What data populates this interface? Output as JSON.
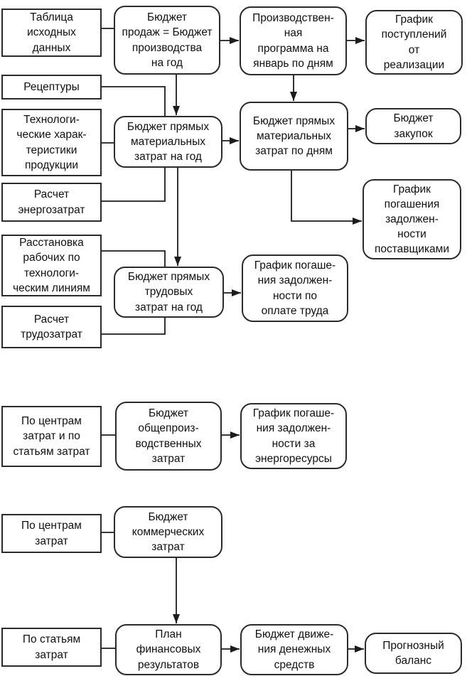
{
  "diagram": {
    "type": "flowchart",
    "language": "ru",
    "colors": {
      "background": "#ffffff",
      "box_border": "#2b2b2b",
      "line": "#1c1c1c",
      "text": "#101010"
    },
    "nodes": {
      "source_data_table": {
        "label": "Таблица\nисходных\nданных",
        "shape": "rect"
      },
      "sales_budget": {
        "label": "Бюджет\nпродаж = Бюджет\nпроизводства\nна год",
        "shape": "rounded"
      },
      "production_program": {
        "label": "Производствен-\nная\nпрограмма на\nянварь по дням",
        "shape": "rounded"
      },
      "receipts_schedule": {
        "label": "График\nпоступлений\nот\nреализации",
        "shape": "rounded"
      },
      "recipes": {
        "label": "Рецептуры",
        "shape": "rect"
      },
      "tech_characteristics": {
        "label": "Технологи-\nческие харак-\nтеристики\nпродукции",
        "shape": "rect"
      },
      "direct_material_year": {
        "label": "Бюджет прямых\nматериальных\nзатрат на год",
        "shape": "rounded"
      },
      "direct_material_daily": {
        "label": "Бюджет прямых\nматериальных\nзатрат по дням",
        "shape": "rounded"
      },
      "purchases_budget": {
        "label": "Бюджет\nзакупок",
        "shape": "rounded"
      },
      "energy_calc": {
        "label": "Расчет\nэнергозатрат",
        "shape": "rect"
      },
      "suppliers_debt_schedule": {
        "label": "График\nпогашения\nзадолжен-\nности\nпоставщиками",
        "shape": "rounded"
      },
      "workers_placement": {
        "label": "Расстановка\nрабочих по\nтехнологи-\nческим линиям",
        "shape": "rect"
      },
      "direct_labor_year": {
        "label": "Бюджет прямых\nтрудовых\nзатрат на год",
        "shape": "rounded"
      },
      "labor_debt_schedule": {
        "label": "График погаше-\nния задолжен-\nности по\nоплате труда",
        "shape": "rounded"
      },
      "labor_calc": {
        "label": "Расчет\nтрудозатрат",
        "shape": "rect"
      },
      "by_centers_and_items": {
        "label": "По центрам\nзатрат и по\nстатьям затрат",
        "shape": "rect"
      },
      "overhead_budget": {
        "label": "Бюджет\nобщепроиз-\nводственных\nзатрат",
        "shape": "rounded"
      },
      "energy_debt_schedule": {
        "label": "График погаше-\nния задолжен-\nности за\nэнергоресурсы",
        "shape": "rounded"
      },
      "by_cost_centers": {
        "label": "По центрам\nзатрат",
        "shape": "rect"
      },
      "commercial_budget": {
        "label": "Бюджет\nкоммерческих\nзатрат",
        "shape": "rounded"
      },
      "by_cost_items": {
        "label": "По статьям\nзатрат",
        "shape": "rect"
      },
      "financial_plan": {
        "label": "План\nфинансовых\nрезультатов",
        "shape": "rounded"
      },
      "cash_flow_budget": {
        "label": "Бюджет движе-\nния денежных\nсредств",
        "shape": "rounded"
      },
      "forecast_balance": {
        "label": "Прогнозный\nбаланс",
        "shape": "rounded"
      }
    },
    "edges": [
      {
        "from": "source_data_table",
        "to": "sales_budget",
        "arrow": false
      },
      {
        "from": "recipes",
        "to": "direct_material_year",
        "arrow": false
      },
      {
        "from": "tech_characteristics",
        "to": "direct_material_year",
        "arrow": false
      },
      {
        "from": "energy_calc",
        "to": "direct_material_year",
        "arrow": false
      },
      {
        "from": "workers_placement",
        "to": "direct_labor_year",
        "arrow": false
      },
      {
        "from": "labor_calc",
        "to": "direct_labor_year",
        "arrow": false
      },
      {
        "from": "by_centers_and_items",
        "to": "overhead_budget",
        "arrow": false
      },
      {
        "from": "by_cost_centers",
        "to": "commercial_budget",
        "arrow": false
      },
      {
        "from": "by_cost_items",
        "to": "financial_plan",
        "arrow": false
      },
      {
        "from": "sales_budget",
        "to": "production_program",
        "arrow": true
      },
      {
        "from": "sales_budget",
        "to": "direct_material_year",
        "arrow": true
      },
      {
        "from": "production_program",
        "to": "receipts_schedule",
        "arrow": true
      },
      {
        "from": "production_program",
        "to": "direct_material_daily",
        "arrow": true
      },
      {
        "from": "direct_material_year",
        "to": "direct_material_daily",
        "arrow": true
      },
      {
        "from": "direct_material_year",
        "to": "direct_labor_year",
        "arrow": true
      },
      {
        "from": "direct_material_daily",
        "to": "purchases_budget",
        "arrow": true
      },
      {
        "from": "direct_material_daily",
        "to": "suppliers_debt_schedule",
        "arrow": true
      },
      {
        "from": "direct_labor_year",
        "to": "labor_debt_schedule",
        "arrow": true
      },
      {
        "from": "overhead_budget",
        "to": "energy_debt_schedule",
        "arrow": true
      },
      {
        "from": "commercial_budget",
        "to": "financial_plan",
        "arrow": true
      },
      {
        "from": "financial_plan",
        "to": "cash_flow_budget",
        "arrow": true
      },
      {
        "from": "cash_flow_budget",
        "to": "forecast_balance",
        "arrow": true
      }
    ]
  }
}
